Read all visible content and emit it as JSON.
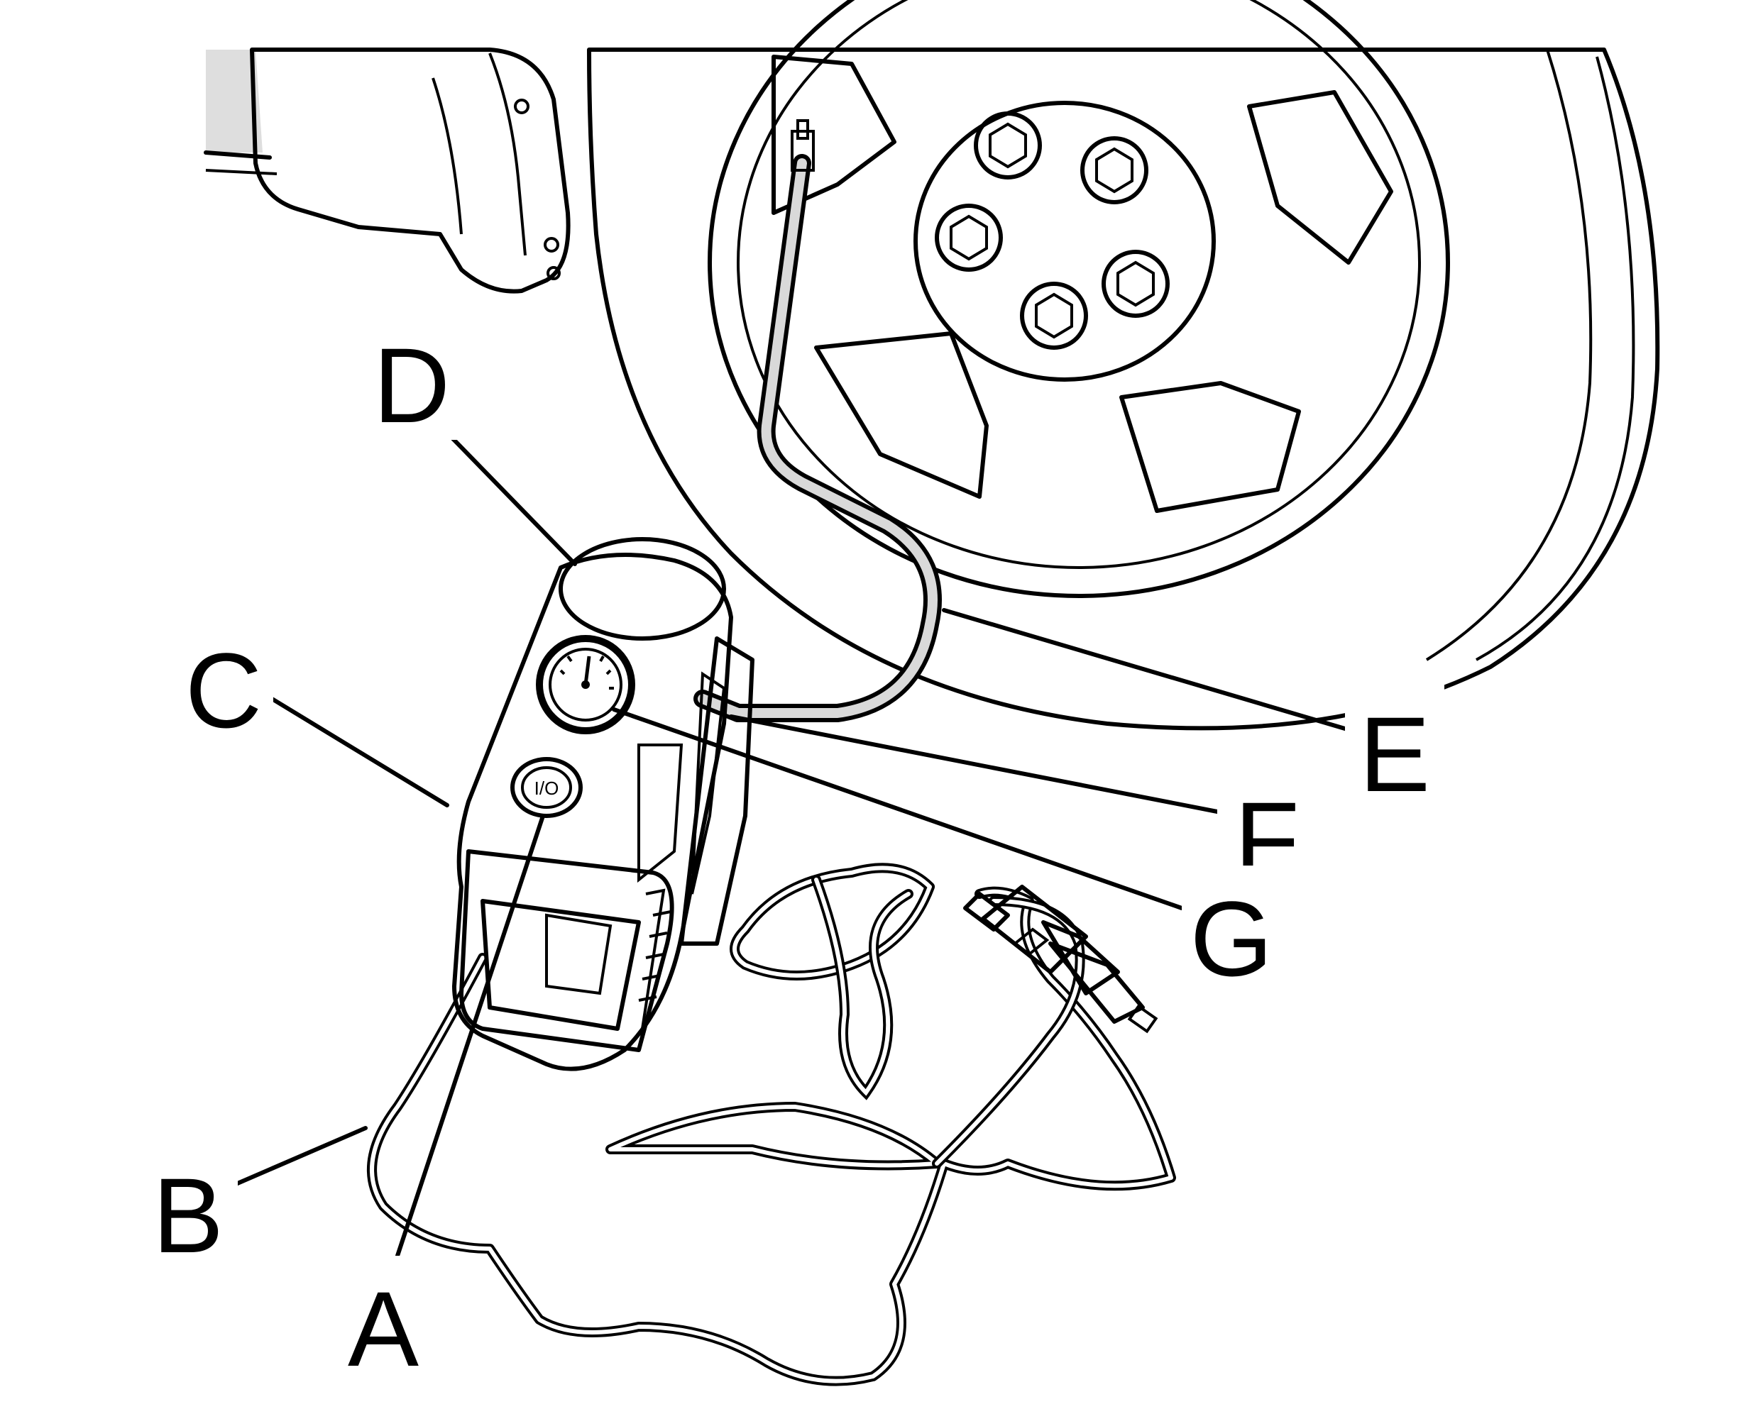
{
  "callouts": {
    "a": "A",
    "b": "B",
    "c": "C",
    "d": "D",
    "e": "E",
    "f": "F",
    "g": "G"
  },
  "compressor": {
    "switch_label": "I/O"
  },
  "colors": {
    "line": "#000000",
    "light_fill": "#e8e8e8",
    "mid_fill": "#c9c9c9",
    "dark_fill": "#a8a8a8",
    "background": "#ffffff"
  }
}
